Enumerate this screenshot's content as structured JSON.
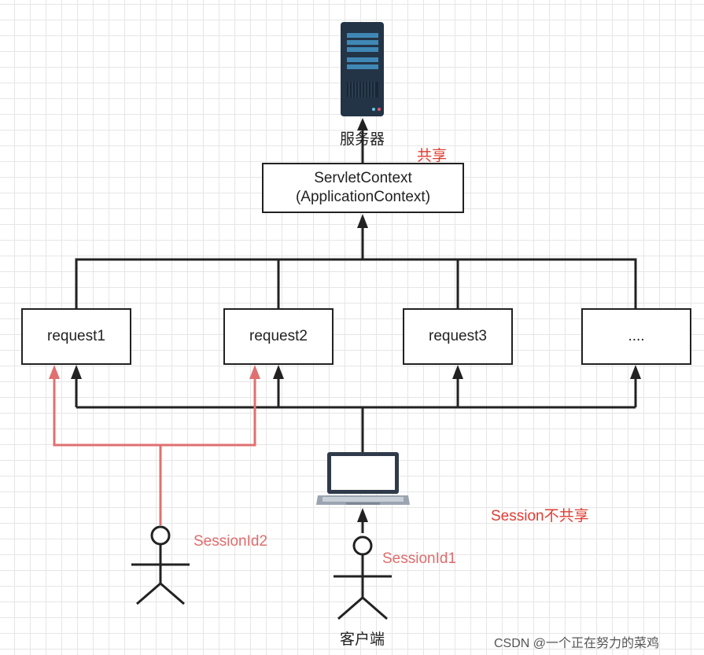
{
  "server": {
    "label": "服务器"
  },
  "context": {
    "line1": "ServletContext",
    "line2": "(ApplicationContext)",
    "shared_note": "共享"
  },
  "requests": [
    {
      "label": "request1"
    },
    {
      "label": "request2"
    },
    {
      "label": "request3"
    },
    {
      "label": "...."
    }
  ],
  "client": {
    "label": "客户端"
  },
  "sessions": {
    "session1": "SessionId1",
    "session2": "SessionId2",
    "not_shared_note": "Session不共享"
  },
  "watermark": "CSDN @一个正在努力的菜鸡",
  "colors": {
    "line": "#222222",
    "session2_line": "#e07070",
    "note_red": "#e03c31",
    "server_body": "#243447",
    "laptop_frame": "#2f3b4a"
  }
}
